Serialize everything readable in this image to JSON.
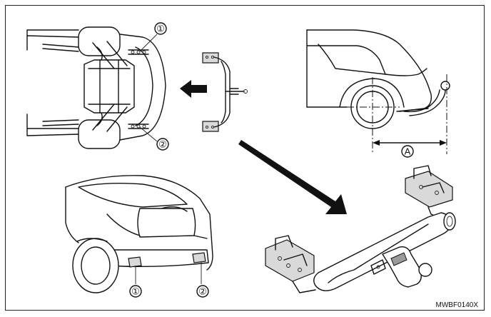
{
  "callouts": {
    "one": "①",
    "two": "②",
    "a": "A"
  },
  "figure_code": "MWBF0140X"
}
